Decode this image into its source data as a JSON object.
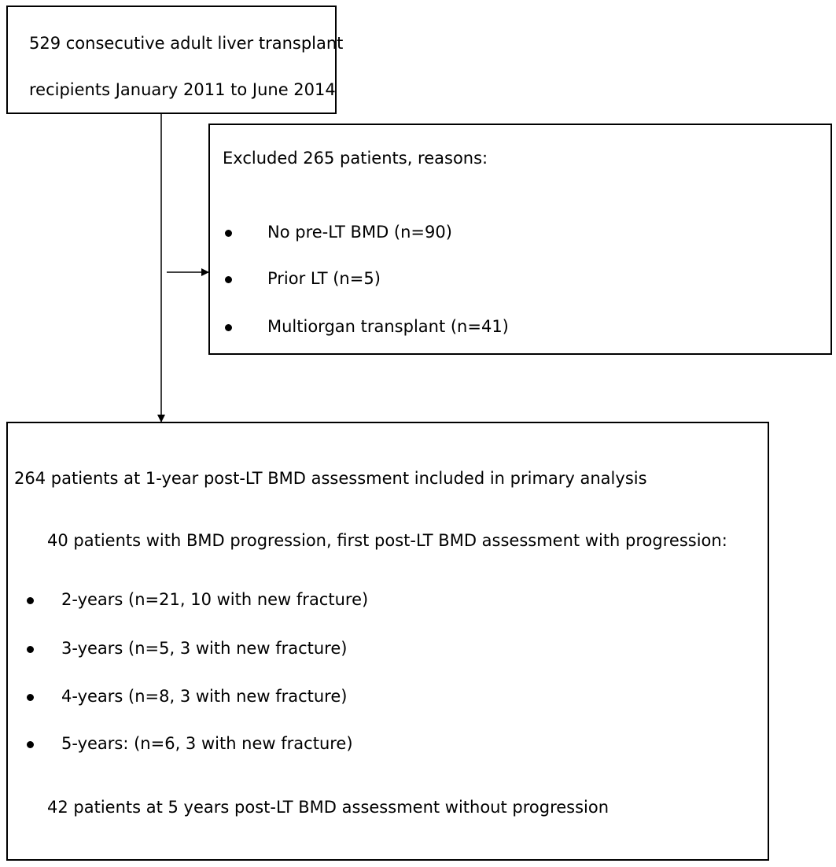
{
  "enrollment": {
    "line1": "529 consecutive adult liver transplant",
    "line2": "recipients January 2011 to June 2014"
  },
  "exclusion": {
    "heading": "Excluded 265 patients, reasons:",
    "reasons": [
      "No pre-LT BMD (n=90)",
      "Prior LT (n=5)",
      "Multiorgan transplant (n=41)"
    ]
  },
  "analysis": {
    "included": "264 patients at 1-year post-LT BMD assessment included in primary analysis",
    "progression_heading": "40 patients with BMD progression, first post-LT BMD assessment with progression:",
    "progression_items": [
      "2-years (n=21, 10 with new fracture)",
      "3-years (n=5, 3 with new fracture)",
      "4-years (n=8, 3 with new fracture)",
      "5-years: (n=6, 3 with new fracture)"
    ],
    "no_progression": "42 patients at 5 years post-LT BMD assessment without progression"
  }
}
